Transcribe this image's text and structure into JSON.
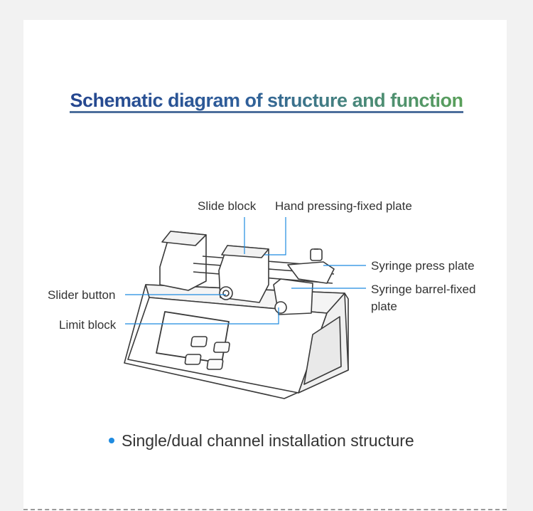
{
  "title": "Schematic diagram of structure and function",
  "labels": {
    "slide_block": "Slide block",
    "hand_pressing": "Hand pressing-fixed plate",
    "syringe_press": "Syringe press plate",
    "slider_button": "Slider button",
    "syringe_barrel_line1": "Syringe barrel-fixed",
    "syringe_barrel_line2": "plate",
    "limit_block": "Limit block"
  },
  "caption": "Single/dual channel installation structure",
  "colors": {
    "title_start": "#25468f",
    "title_end": "#5aa05a",
    "leader_line": "#1f8be0",
    "bullet": "#1f8be0"
  }
}
